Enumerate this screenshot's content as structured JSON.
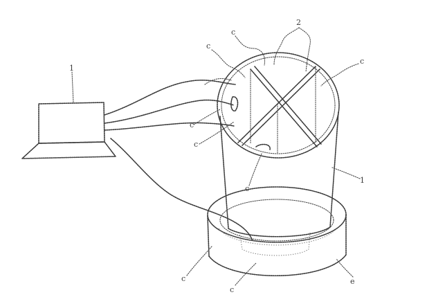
{
  "figure": {
    "labels": {
      "laptop": "1",
      "top_pair": "2",
      "upper_left_1": "c",
      "upper_left_2": "c",
      "upper_right": "c",
      "side_left_1": "c",
      "side_left_2": "c",
      "inner_bottom": "c",
      "cylinder_body": "1",
      "base_left": "c",
      "base_center": "c",
      "base_right": "e"
    }
  }
}
